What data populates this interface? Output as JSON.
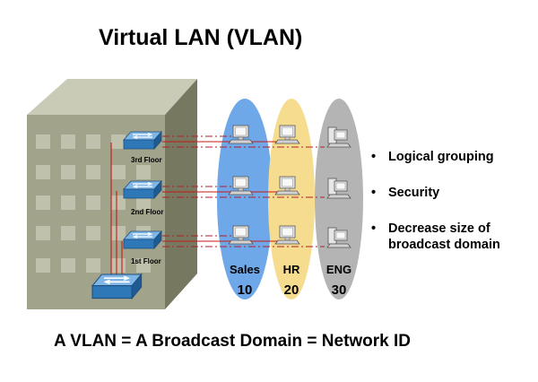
{
  "title": "Virtual LAN (VLAN)",
  "floors": [
    "3rd Floor",
    "2nd Floor",
    "1st Floor"
  ],
  "groups": [
    {
      "name": "Sales",
      "id": "10",
      "color": "#6fa8e8"
    },
    {
      "name": "HR",
      "id": "20",
      "color": "#f6dc8e"
    },
    {
      "name": "ENG",
      "id": "30",
      "color": "#b4b4b4"
    }
  ],
  "bullets": [
    "Logical grouping",
    "Security",
    "Decrease size of broadcast domain"
  ],
  "footer": "A VLAN = A Broadcast Domain = Network ID",
  "colors": {
    "building_front": "#a1a38a",
    "building_side": "#76785f",
    "building_top": "#c9cbb7",
    "switch": "#2e78b8",
    "link_red": "#c81818",
    "link_dashdot": "#b01e2c"
  }
}
